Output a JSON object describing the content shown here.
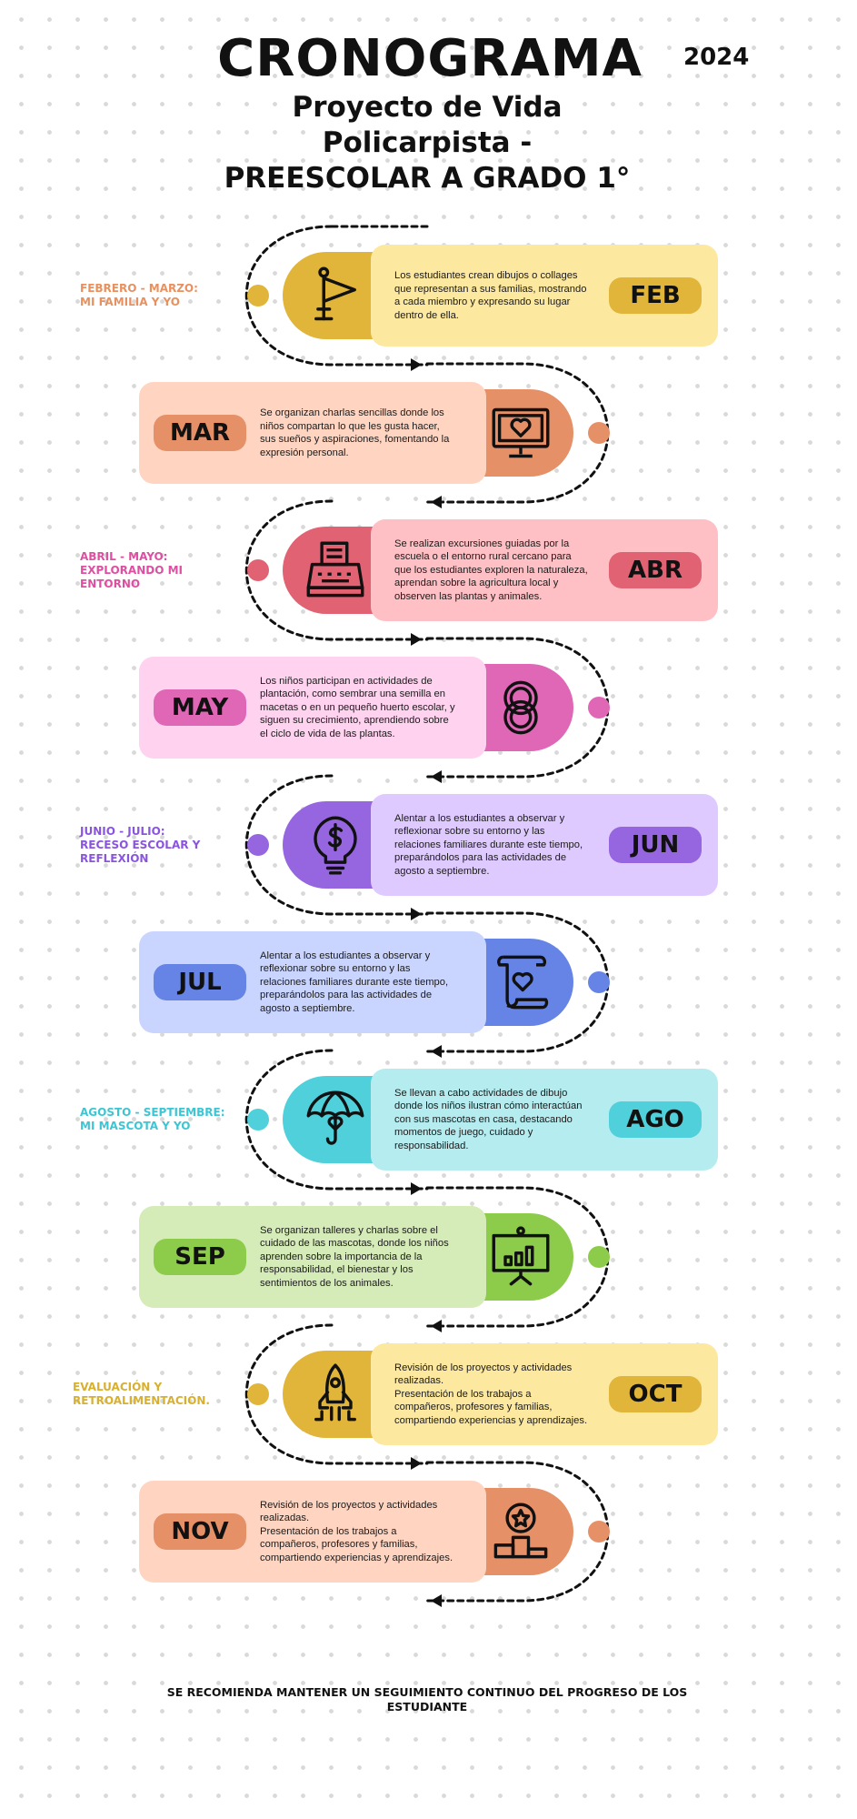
{
  "header": {
    "title": "CRONOGRAMA",
    "year": "2024",
    "subtitle_lines": [
      "Proyecto de Vida",
      "Policarpista -",
      "PREESCOLAR A GRADO 1°"
    ]
  },
  "phase_labels": [
    {
      "text": "FEBRERO - MARZO:\nMI FAMILIA Y YO",
      "color": "#e9905f"
    },
    {
      "text": "ABRIL - MAYO:\nEXPLORANDO MI\nENTORNO",
      "color": "#de4fa1"
    },
    {
      "text": "JUNIO - JULIO:\nRECESO ESCOLAR Y\nREFLEXIÓN",
      "color": "#8a55dd"
    },
    {
      "text": "AGOSTO - SEPTIEMBRE:\nMI MASCOTA Y YO",
      "color": "#3cc6d4"
    },
    {
      "text": "EVALUACIÓN Y\nRETROALIMENTACIÓN.",
      "color": "#d8b030"
    }
  ],
  "months": [
    {
      "label": "FEB",
      "icon": "flag-icon",
      "side": "right",
      "circle": "#e0b53a",
      "box": "#fde8a0",
      "pill": "#e0b53a",
      "text": "Los estudiantes crean dibujos o collages que representan a sus familias, mostrando a cada miembro y expresando su lugar dentro de ella."
    },
    {
      "label": "MAR",
      "icon": "monitor-heart-icon",
      "side": "left",
      "circle": "#e69068",
      "box": "#ffd5c2",
      "pill": "#e69068",
      "text": "Se organizan charlas sencillas donde los niños compartan lo que les gusta hacer, sus sueños y aspiraciones, fomentando la expresión personal."
    },
    {
      "label": "ABR",
      "icon": "typewriter-icon",
      "side": "right",
      "circle": "#e06273",
      "box": "#ffc0c5",
      "pill": "#e06273",
      "text": "Se realizan excursiones guiadas por la escuela o el entorno rural cercano para que los estudiantes exploren la naturaleza, aprendan sobre la agricultura local y observen las plantas y animales."
    },
    {
      "label": "MAY",
      "icon": "rings-icon",
      "side": "left",
      "circle": "#e066b6",
      "box": "#ffd2ef",
      "pill": "#e066b6",
      "text": "Los niños participan en actividades de plantación, como sembrar una semilla en macetas o en un pequeño huerto escolar, y siguen su crecimiento, aprendiendo sobre el ciclo de vida de las plantas."
    },
    {
      "label": "JUN",
      "icon": "lightbulb-dollar-icon",
      "side": "right",
      "circle": "#9566e0",
      "box": "#dfcaff",
      "pill": "#9566e0",
      "text": "Alentar a los estudiantes a observar y reflexionar sobre su entorno y las relaciones familiares durante este tiempo, preparándolos para las actividades de agosto a septiembre."
    },
    {
      "label": "JUL",
      "icon": "scroll-heart-icon",
      "side": "left",
      "circle": "#6684e6",
      "box": "#c9d5ff",
      "pill": "#6684e6",
      "text": "Alentar a los estudiantes a observar y reflexionar sobre su entorno y las relaciones familiares durante este tiempo, preparándolos para las actividades de agosto a septiembre."
    },
    {
      "label": "AGO",
      "icon": "umbrella-heart-icon",
      "side": "right",
      "circle": "#4fd0da",
      "box": "#b5ecef",
      "pill": "#4fd0da",
      "text": "Se llevan a cabo actividades de dibujo donde los niños ilustran cómo interactúan con sus mascotas en casa, destacando momentos de juego, cuidado y responsabilidad."
    },
    {
      "label": "SEP",
      "icon": "presentation-chart-icon",
      "side": "left",
      "circle": "#8ccc4a",
      "box": "#d5ebb8",
      "pill": "#8ccc4a",
      "text": "Se organizan talleres y charlas sobre el cuidado de las mascotas, donde los niños aprenden sobre la importancia de la responsabilidad, el bienestar y los sentimientos de los animales."
    },
    {
      "label": "OCT",
      "icon": "rocket-icon",
      "side": "right",
      "circle": "#e0b53a",
      "box": "#fde8a0",
      "pill": "#e0b53a",
      "text": "Revisión de los proyectos y actividades realizadas.\nPresentación de los trabajos a compañeros, profesores y familias, compartiendo experiencias y aprendizajes."
    },
    {
      "label": "NOV",
      "icon": "podium-star-icon",
      "side": "left",
      "circle": "#e69068",
      "box": "#ffd5c2",
      "pill": "#e69068",
      "text": "Revisión de los proyectos y actividades realizadas.\nPresentación de los trabajos a compañeros, profesores y familias, compartiendo experiencias y aprendizajes."
    }
  ],
  "footer": "SE RECOMIENDA MANTENER UN SEGUIMIENTO CONTINUO DEL PROGRESO DE LOS ESTUDIANTE"
}
